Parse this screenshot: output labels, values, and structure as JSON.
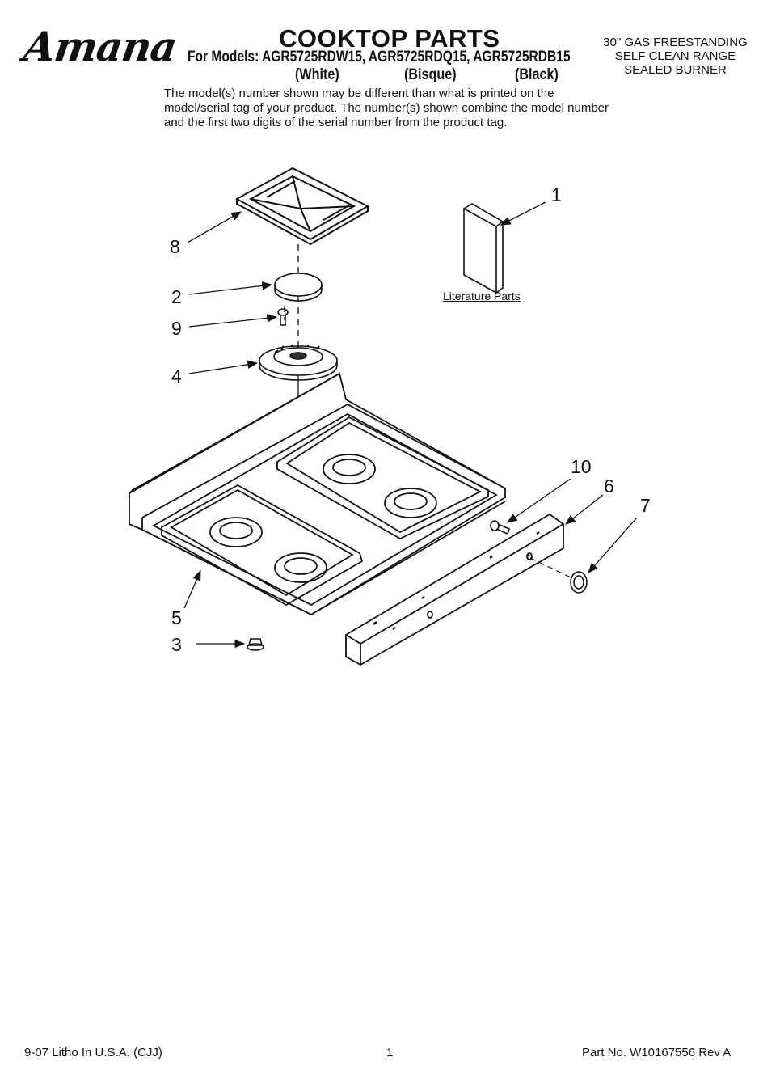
{
  "header": {
    "logo": "Amana",
    "title": "COOKTOP PARTS",
    "models_line": "For Models: AGR5725RDW15, AGR5725RDQ15, AGR5725RDB15",
    "colors": [
      "(White)",
      "(Bisque)",
      "(Black)"
    ],
    "description": "The model(s) number shown may be different than what is printed on the model/serial tag of your product. The number(s) shown combine the model number and the first two digits of the serial number from the product tag.",
    "product_type": [
      "30\" GAS FREESTANDING",
      "SELF CLEAN RANGE",
      "SEALED BURNER"
    ]
  },
  "diagram": {
    "literature_label": "Literature Parts",
    "callouts": [
      "1",
      "8",
      "2",
      "9",
      "4",
      "10",
      "6",
      "7",
      "5",
      "3"
    ]
  },
  "footer": {
    "left": "9-07 Litho In U.S.A. (CJJ)",
    "page": "1",
    "right": "Part No. W10167556 Rev A"
  }
}
